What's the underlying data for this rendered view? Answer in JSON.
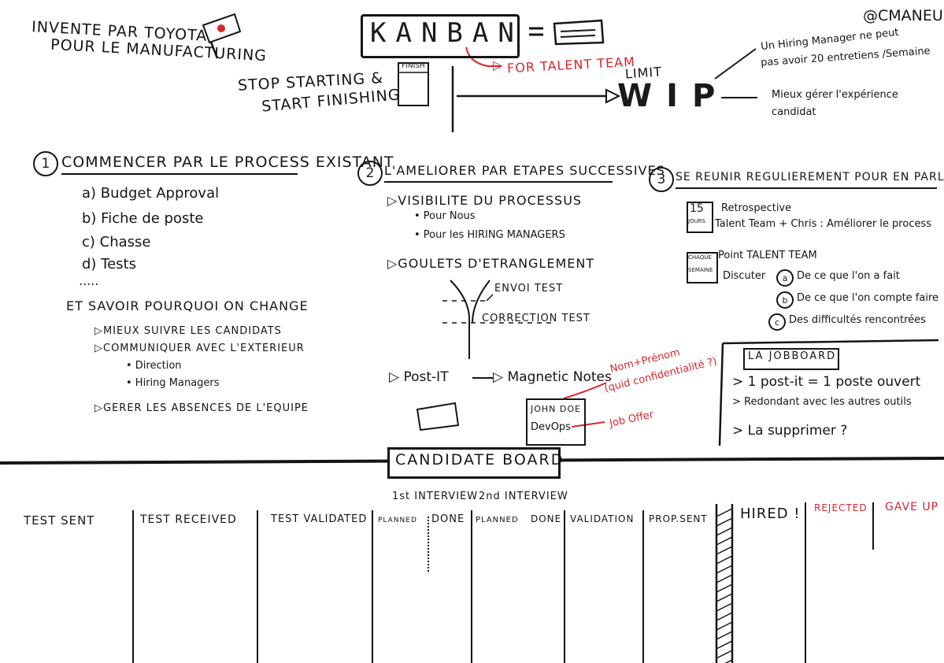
{
  "header": {
    "intro_line1": "INVENTE PAR TOYOTA",
    "intro_line2": "POUR LE MANUFACTURING",
    "title": "KANBAN",
    "for_talent": "FOR TALENT TEAM",
    "handle": "@CMANEU",
    "stop_line1": "STOP STARTING &",
    "stop_line2": "START FINISHING",
    "finish_label": "FINISH",
    "limit": "LIMIT",
    "wip": "WIP",
    "wip_note1_l1": "Un Hiring Manager ne peut",
    "wip_note1_l2": "pas avoir 20 entretiens /Semaine",
    "wip_note2_l1": "Mieux gérer l'expérience",
    "wip_note2_l2": "candidat"
  },
  "section1": {
    "num": "1",
    "title": "COMMENCER PAR LE PROCESS EXISTANT",
    "items": [
      "a) Budget Approval",
      "b) Fiche de poste",
      "c) Chasse",
      "d) Tests",
      "....."
    ],
    "why": "ET SAVOIR POURQUOI ON CHANGE",
    "bullet1": "▷MIEUX SUIVRE LES CANDIDATS",
    "bullet2": "▷COMMUNIQUER AVEC L'EXTERIEUR",
    "sub1": "• Direction",
    "sub2": "• Hiring Managers",
    "bullet3": "▷GERER LES ABSENCES DE L'EQUIPE"
  },
  "section2": {
    "num": "2",
    "title": "L'AMELIORER PAR ETAPES SUCCESSIVES",
    "visibility": "▷VISIBILITE DU PROCESSUS",
    "vis1": "• Pour Nous",
    "vis2": "• Pour les HIRING MANAGERS",
    "bottleneck": "▷GOULETS D'ETRANGLEMENT",
    "envoi": "ENVOI TEST",
    "correction": "CORRECTION TEST",
    "postit": "▷ Post-IT",
    "magnetic": "▷ Magnetic Notes",
    "nom_prenom_l1": "Nom+Prénom",
    "nom_prenom_l2": "(quid confidentialité ?)",
    "card_name": "JOHN DOE",
    "card_role": "DevOps",
    "job_offer": "Job Offer"
  },
  "section3": {
    "num": "3",
    "title": "SE REUNIR REGULIEREMENT POUR EN PARLER",
    "badge1_l1": "15",
    "badge1_l2": "JOURS",
    "retro": "Retrospective",
    "retro_detail": "Talent Team + Chris : Améliorer le process",
    "badge2_l1": "CHAQUE",
    "badge2_l2": "SEMAINE",
    "point": "Point TALENT TEAM",
    "discuter": "Discuter",
    "d_a": "a",
    "d_a_text": "De ce que l'on a fait",
    "d_b": "b",
    "d_b_text": "De ce que l'on compte faire",
    "d_c": "c",
    "d_c_text": "Des difficultés rencontrées"
  },
  "jobboard": {
    "title": "LA JOBBOARD",
    "line1": "> 1 post-it = 1 poste ouvert",
    "line2": "> Redondant avec les autres outils",
    "line3": "> La supprimer ?"
  },
  "board": {
    "title": "CANDIDATE BOARD",
    "interview1": "1st INTERVIEW",
    "interview2": "2nd INTERVIEW",
    "columns": {
      "test_sent": "TEST SENT",
      "test_received": "TEST RECEIVED",
      "test_validated": "TEST VALIDATED",
      "planned1": "PLANNED",
      "done1": "DONE",
      "planned2": "PLANNED",
      "done2": "DONE",
      "validation": "VALIDATION",
      "prop_sent": "PROP.SENT",
      "hired": "HIRED !",
      "rejected": "REJECTED",
      "gave_up": "GAVE UP"
    }
  },
  "colors": {
    "ink": "#151515",
    "accent": "#d8262e"
  }
}
